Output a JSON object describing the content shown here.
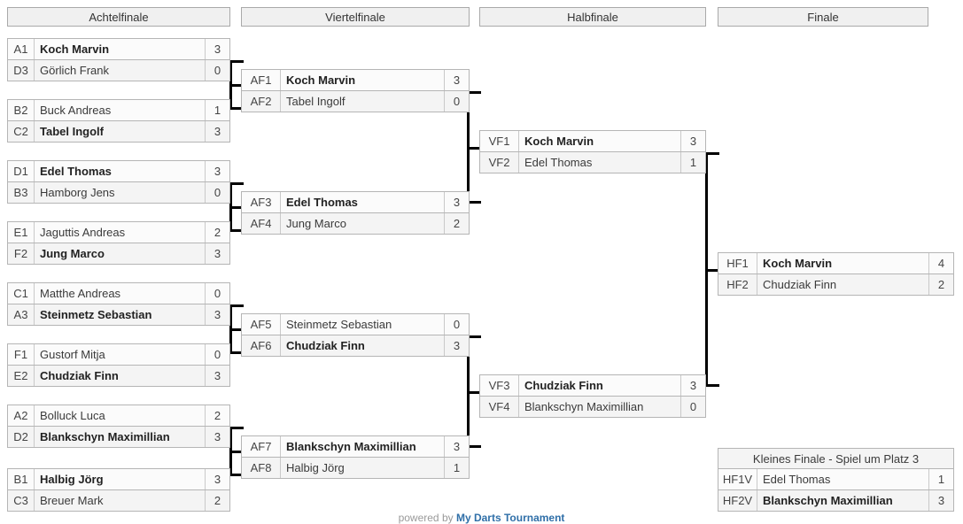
{
  "rounds": [
    {
      "key": "r16",
      "label": "Achtelfinale"
    },
    {
      "key": "qf",
      "label": "Viertelfinale"
    },
    {
      "key": "sf",
      "label": "Halbfinale"
    },
    {
      "key": "f",
      "label": "Finale"
    }
  ],
  "small_final": {
    "title": "Kleines Finale - Spiel um Platz 3"
  },
  "footer": {
    "prefix": "powered by ",
    "brand": "My Darts Tournament"
  },
  "colors": {
    "header_bg": "#f0f0f0",
    "border": "#b5b5b5",
    "connector": "#000000",
    "brand": "#2f6fa8"
  },
  "matches": {
    "af1": {
      "top": {
        "seed": "A1",
        "name": "Koch Marvin",
        "score": "3",
        "winner": true
      },
      "bot": {
        "seed": "D3",
        "name": "Görlich Frank",
        "score": "0",
        "winner": false
      }
    },
    "af2": {
      "top": {
        "seed": "B2",
        "name": "Buck Andreas",
        "score": "1",
        "winner": false
      },
      "bot": {
        "seed": "C2",
        "name": "Tabel Ingolf",
        "score": "3",
        "winner": true
      }
    },
    "af3": {
      "top": {
        "seed": "D1",
        "name": "Edel Thomas",
        "score": "3",
        "winner": true
      },
      "bot": {
        "seed": "B3",
        "name": "Hamborg Jens",
        "score": "0",
        "winner": false
      }
    },
    "af4": {
      "top": {
        "seed": "E1",
        "name": "Jaguttis Andreas",
        "score": "2",
        "winner": false
      },
      "bot": {
        "seed": "F2",
        "name": "Jung Marco",
        "score": "3",
        "winner": true
      }
    },
    "af5": {
      "top": {
        "seed": "C1",
        "name": "Matthe Andreas",
        "score": "0",
        "winner": false
      },
      "bot": {
        "seed": "A3",
        "name": "Steinmetz Sebastian",
        "score": "3",
        "winner": true
      }
    },
    "af6": {
      "top": {
        "seed": "F1",
        "name": "Gustorf Mitja",
        "score": "0",
        "winner": false
      },
      "bot": {
        "seed": "E2",
        "name": "Chudziak Finn",
        "score": "3",
        "winner": true
      }
    },
    "af7": {
      "top": {
        "seed": "A2",
        "name": "Bolluck Luca",
        "score": "2",
        "winner": false
      },
      "bot": {
        "seed": "D2",
        "name": "Blankschyn Maximillian",
        "score": "3",
        "winner": true
      }
    },
    "af8": {
      "top": {
        "seed": "B1",
        "name": "Halbig Jörg",
        "score": "3",
        "winner": true
      },
      "bot": {
        "seed": "C3",
        "name": "Breuer Mark",
        "score": "2",
        "winner": false
      }
    },
    "vf1": {
      "top": {
        "seed": "AF1",
        "name": "Koch Marvin",
        "score": "3",
        "winner": true
      },
      "bot": {
        "seed": "AF2",
        "name": "Tabel Ingolf",
        "score": "0",
        "winner": false
      }
    },
    "vf2": {
      "top": {
        "seed": "AF3",
        "name": "Edel Thomas",
        "score": "3",
        "winner": true
      },
      "bot": {
        "seed": "AF4",
        "name": "Jung Marco",
        "score": "2",
        "winner": false
      }
    },
    "vf3": {
      "top": {
        "seed": "AF5",
        "name": "Steinmetz Sebastian",
        "score": "0",
        "winner": false
      },
      "bot": {
        "seed": "AF6",
        "name": "Chudziak Finn",
        "score": "3",
        "winner": true
      }
    },
    "vf4": {
      "top": {
        "seed": "AF7",
        "name": "Blankschyn Maximillian",
        "score": "3",
        "winner": true
      },
      "bot": {
        "seed": "AF8",
        "name": "Halbig Jörg",
        "score": "1",
        "winner": false
      }
    },
    "hf1": {
      "top": {
        "seed": "VF1",
        "name": "Koch Marvin",
        "score": "3",
        "winner": true
      },
      "bot": {
        "seed": "VF2",
        "name": "Edel Thomas",
        "score": "1",
        "winner": false
      }
    },
    "hf2": {
      "top": {
        "seed": "VF3",
        "name": "Chudziak Finn",
        "score": "3",
        "winner": true
      },
      "bot": {
        "seed": "VF4",
        "name": "Blankschyn Maximillian",
        "score": "0",
        "winner": false
      }
    },
    "fin": {
      "top": {
        "seed": "HF1",
        "name": "Koch Marvin",
        "score": "4",
        "winner": true
      },
      "bot": {
        "seed": "HF2",
        "name": "Chudziak Finn",
        "score": "2",
        "winner": false
      }
    },
    "p3": {
      "top": {
        "seed": "HF1V",
        "name": "Edel Thomas",
        "score": "1",
        "winner": false
      },
      "bot": {
        "seed": "HF2V",
        "name": "Blankschyn Maximillian",
        "score": "3",
        "winner": true
      }
    }
  }
}
